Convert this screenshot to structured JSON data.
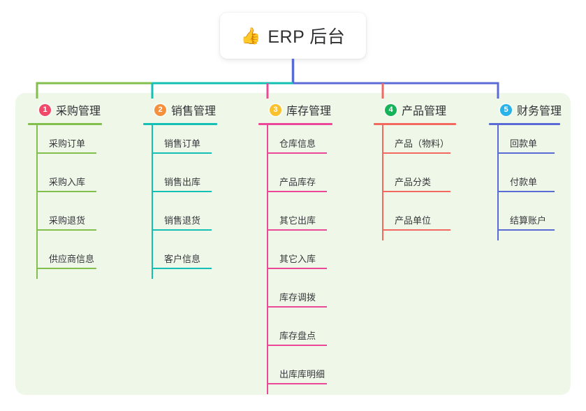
{
  "diagram": {
    "type": "mind-map",
    "title": "ERP 后台",
    "root": {
      "icon": "thumbs-up-emoji",
      "emoji": "👍",
      "label": "ERP 后台"
    },
    "panel_color": "#eff7e9",
    "background_color": "#ffffff",
    "branches": [
      {
        "number": "1",
        "label": "采购管理",
        "badge_color": "#f2486a",
        "line_color": "#82bf4c",
        "items": [
          "采购订单",
          "采购入库",
          "采购退货",
          "供应商信息"
        ]
      },
      {
        "number": "2",
        "label": "销售管理",
        "badge_color": "#f5913e",
        "line_color": "#14c0b4",
        "items": [
          "销售订单",
          "销售出库",
          "销售退货",
          "客户信息"
        ]
      },
      {
        "number": "3",
        "label": "库存管理",
        "badge_color": "#fbc12c",
        "line_color": "#ec4899",
        "items": [
          "仓库信息",
          "产品库存",
          "其它出库",
          "其它入库",
          "库存调拨",
          "库存盘点",
          "出库库明细"
        ]
      },
      {
        "number": "4",
        "label": "产品管理",
        "badge_color": "#16b35b",
        "line_color": "#f4695f",
        "items": [
          "产品（物料）",
          "产品分类",
          "产品单位"
        ]
      },
      {
        "number": "5",
        "label": "财务管理",
        "badge_color": "#29b3e8",
        "line_color": "#5b6bd6",
        "items": [
          "回款单",
          "付款单",
          "结算账户"
        ]
      }
    ],
    "trunk": {
      "color": "#5b6bd6",
      "description": "vertical line from root node down to horizontal connector bar"
    }
  }
}
